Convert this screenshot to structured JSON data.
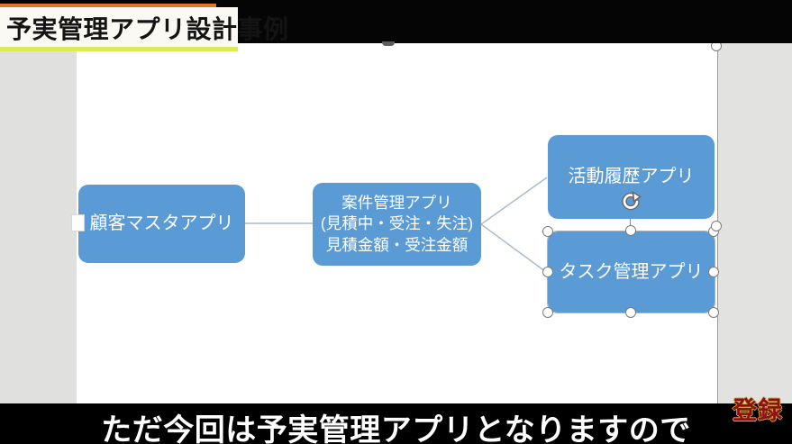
{
  "header": {
    "title": "予実管理アプリ設計事例"
  },
  "diagram": {
    "boxes": {
      "customer": {
        "label": "顧客マスタアプリ"
      },
      "case": {
        "label": "案件管理アプリ\n(見積中・受注・失注)\n見積金額・受注金額"
      },
      "activity": {
        "label": "活動履歴アプリ"
      },
      "task": {
        "label": "タスク管理アプリ"
      }
    },
    "selected_box": "タスク管理アプリ",
    "selection_handle_count": 8,
    "colors": {
      "box_fill": "#5b9bd5",
      "box_text": "#ffffff",
      "connector": "#a9bac9",
      "slide_bg": "#ffffff",
      "workspace_bg": "#e0e0de"
    }
  },
  "icons": {
    "rotate": "rotate-handle-icon"
  },
  "caption": {
    "text": "ただ今回は予実管理アプリとなりますので"
  },
  "badge": {
    "text": "登録",
    "color": "#8c1212",
    "outline_color": "#cda43e"
  },
  "title_plate": {
    "accent_top_color": "#e8731e",
    "accent_bottom_color": "#dce95a"
  }
}
